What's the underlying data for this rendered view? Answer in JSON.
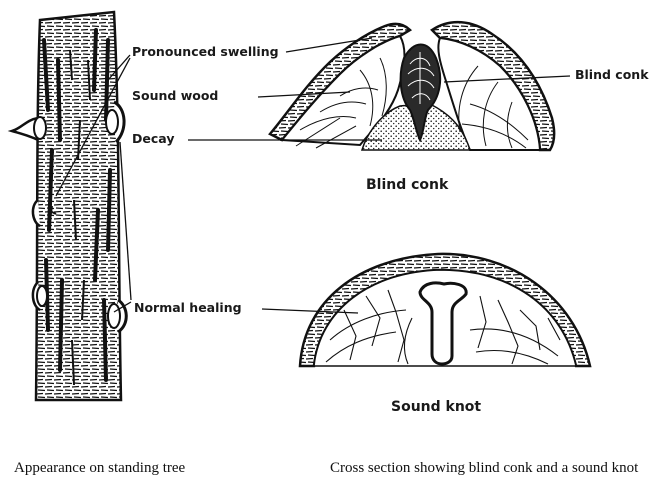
{
  "labels": {
    "pronounced_swelling": "Pronounced swelling",
    "sound_wood": "Sound wood",
    "decay": "Decay",
    "blind_conk": "Blind conk",
    "normal_healing": "Normal healing"
  },
  "titles": {
    "blind_conk": "Blind conk",
    "sound_knot": "Sound knot"
  },
  "captions": {
    "left": "Appearance on standing tree",
    "right": "Cross section showing blind conk and a sound knot"
  }
}
